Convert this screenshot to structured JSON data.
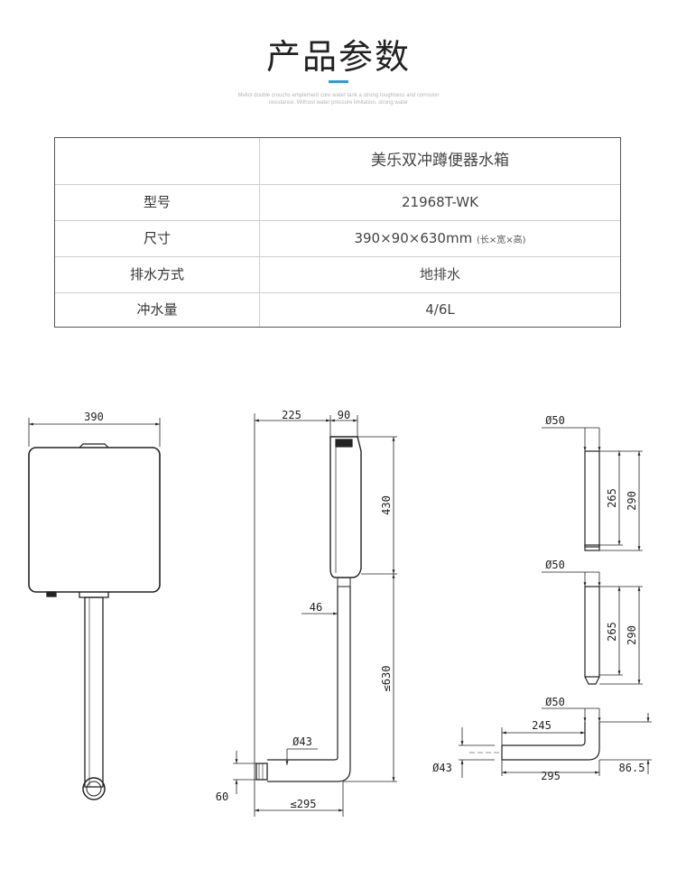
{
  "header": {
    "title": "产品参数",
    "subtitle": "Meliot double crouchs emplement core water tank a strong toughness and corrosion resistance. Without water pressure limitation, strong water"
  },
  "spec_table": {
    "product_name": "美乐双冲蹲便器水箱",
    "rows": [
      {
        "label": "型号",
        "value": "21968T-WK",
        "note": ""
      },
      {
        "label": "尺寸",
        "value": "390×90×630mm",
        "note": "(长×宽×高)"
      },
      {
        "label": "排水方式",
        "value": "地排水",
        "note": ""
      },
      {
        "label": "冲水量",
        "value": "4/6L",
        "note": ""
      }
    ]
  },
  "drawing": {
    "front_view": {
      "width": "390"
    },
    "side_view": {
      "d225": "225",
      "d90": "90",
      "d430": "430",
      "d46": "46",
      "d630": "≤630",
      "d43": "Ø43",
      "d295": "≤295",
      "d60": "60"
    },
    "pipe_a": {
      "dia": "Ø50",
      "d265": "265",
      "d290": "290"
    },
    "pipe_b": {
      "dia": "Ø50",
      "d265": "265",
      "d290": "290"
    },
    "pipe_c": {
      "dia": "Ø50",
      "d245": "245",
      "d295": "295",
      "d43": "Ø43",
      "d865": "86.5"
    }
  }
}
